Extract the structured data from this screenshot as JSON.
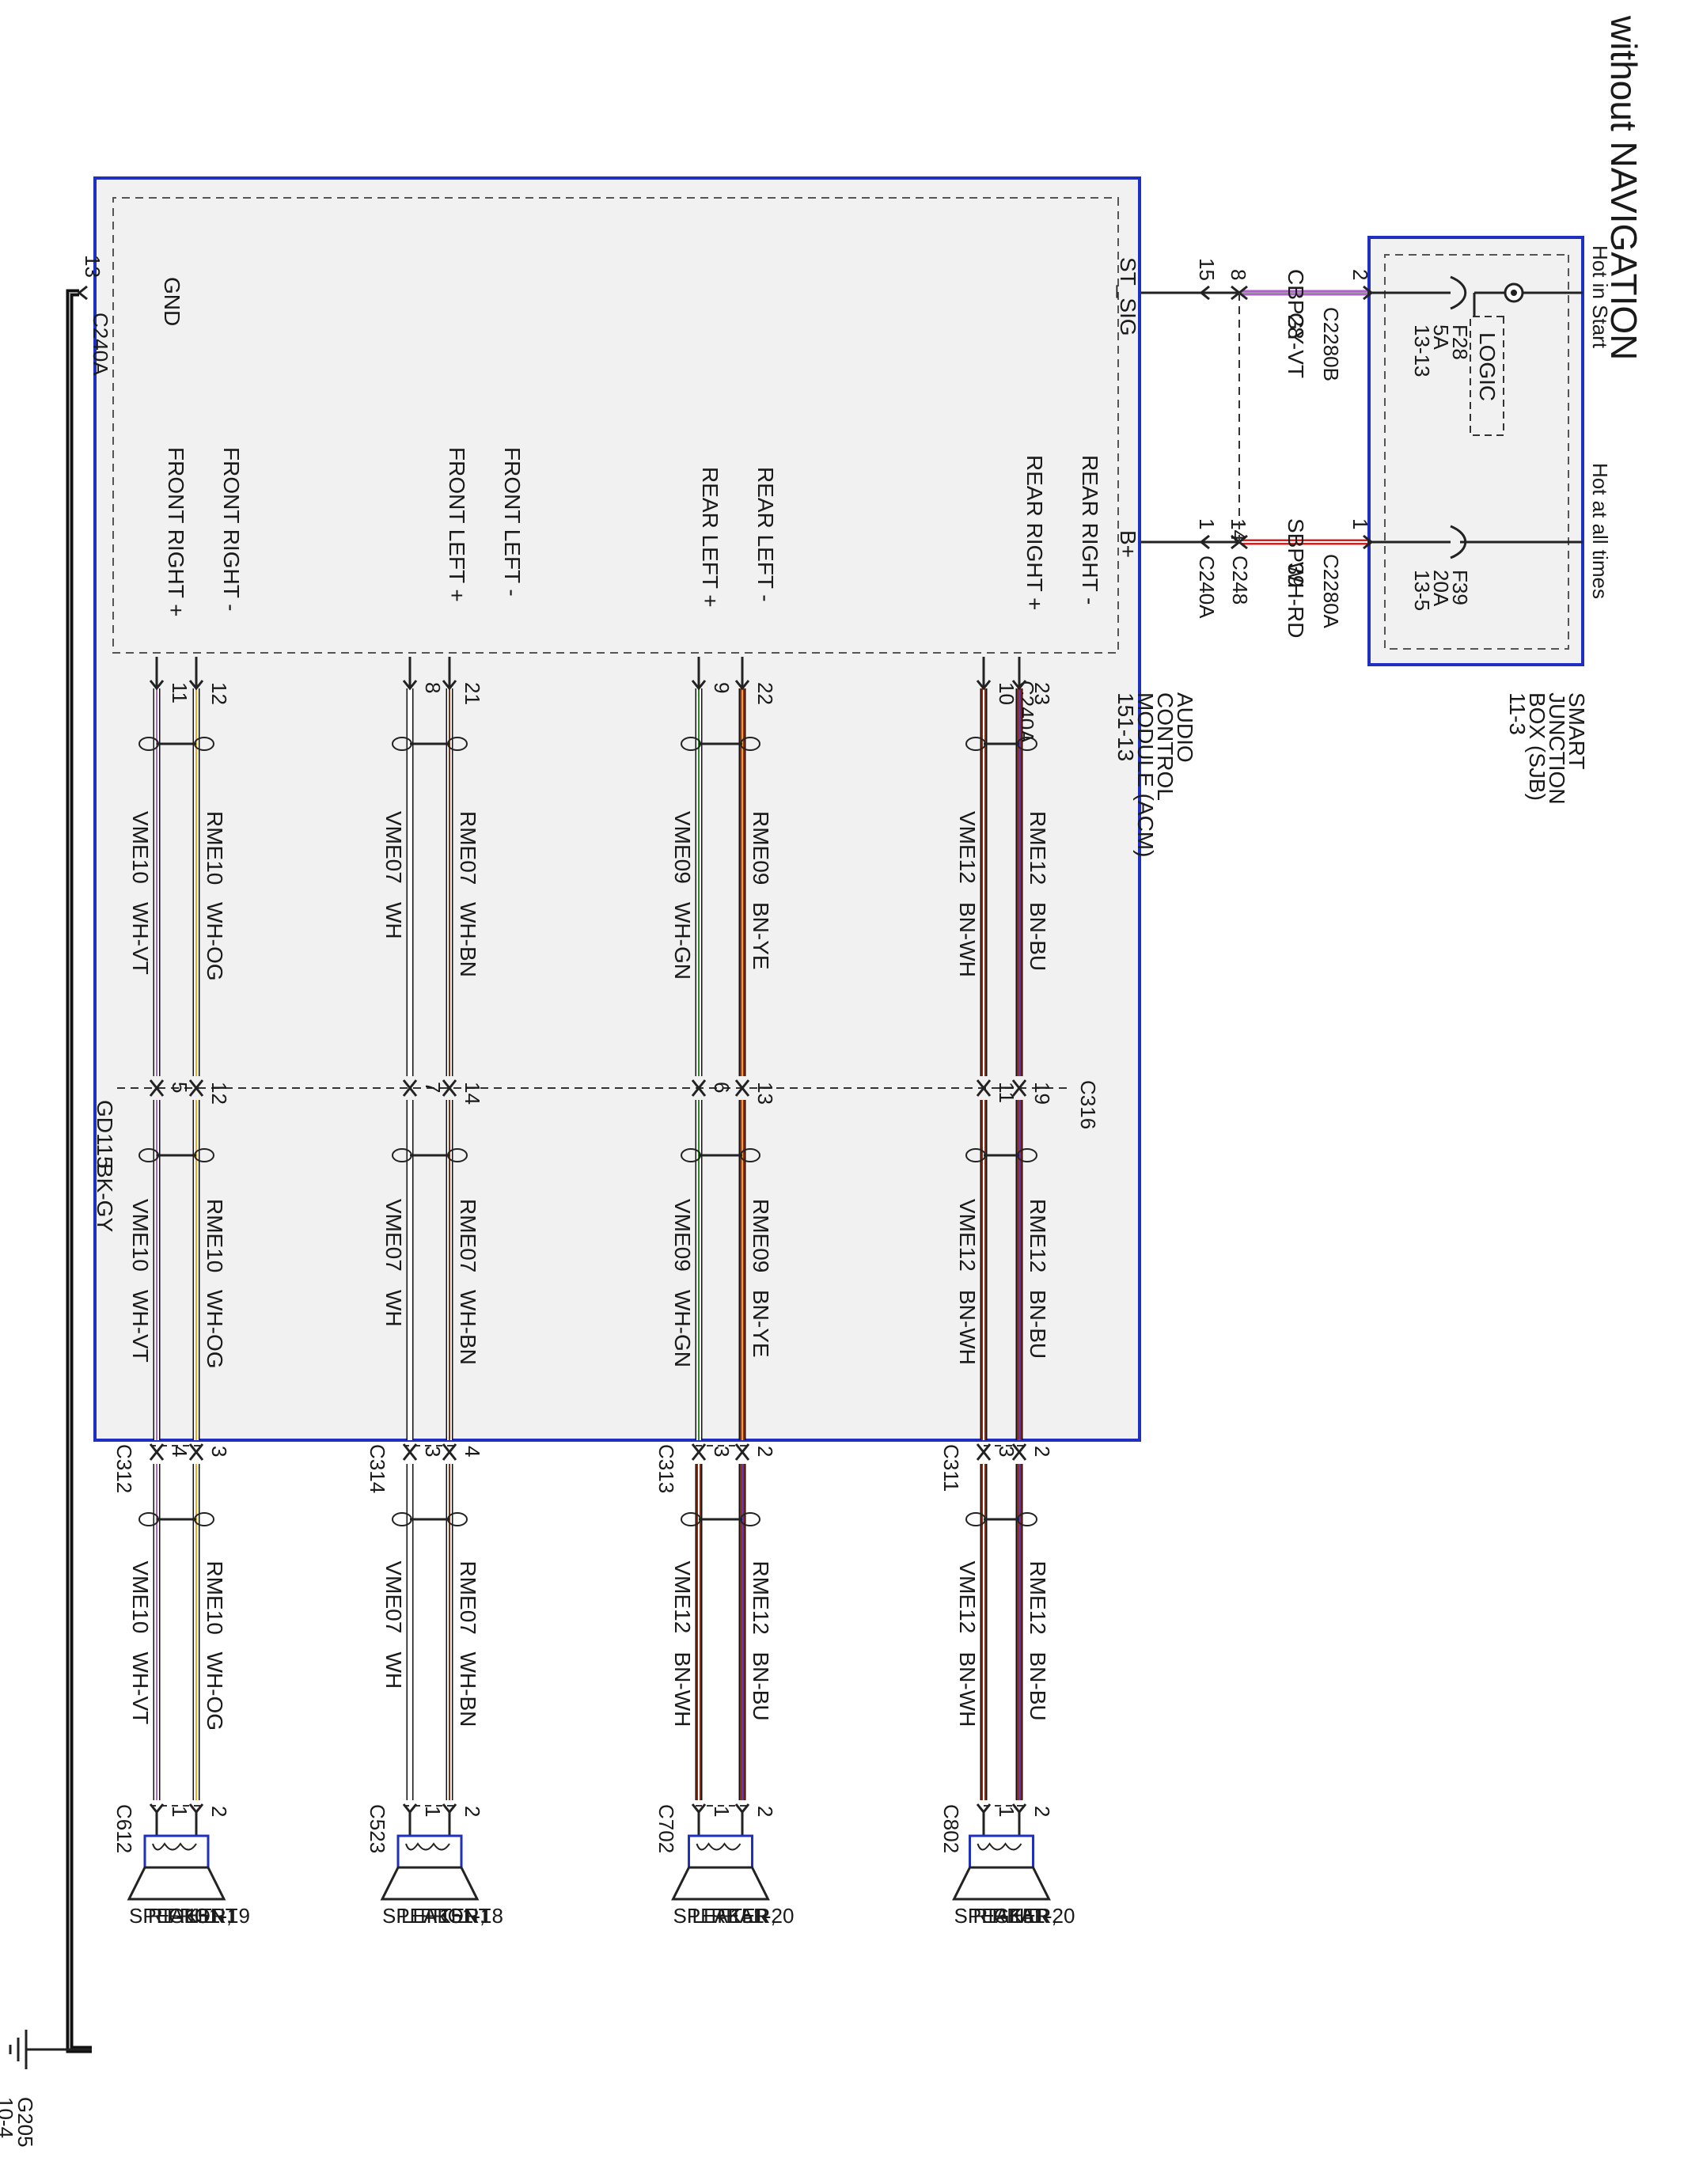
{
  "title": "without NAVIGATION",
  "colors": {
    "box_border": "#1f2fbf",
    "box_fill": "#f1f1f1",
    "BN": "#8b2a0e",
    "BU": "#5a3bc4",
    "YE": "#f0a020",
    "WH": "#ffffff",
    "GN": "#2a8a2a",
    "OG": "#f5a623",
    "VT": "#b25fd0",
    "BK": "#111111",
    "GY": "#9a9a9a",
    "RD": "#cc2222"
  },
  "sjb": {
    "name_lines": [
      "SMART",
      "JUNCTION",
      "BOX (SJB)",
      "11-3"
    ],
    "hot_start": "Hot in Start",
    "hot_always": "Hot at all times",
    "logic": "LOGIC",
    "fuse_f28": [
      "F28",
      "5A",
      "13-13"
    ],
    "fuse_f39": [
      "F39",
      "20A",
      "13-5"
    ]
  },
  "acm": {
    "name_lines": [
      "AUDIO",
      "CONTROL",
      "MODULE (ACM)",
      "151-13"
    ],
    "connector": "C240A",
    "gnd_label": "GND",
    "gnd_pin": "13",
    "gnd_connector": "C240A",
    "st_sig": "ST_SIG",
    "bplus": "B+",
    "pins": [
      "REAR RIGHT -",
      "REAR RIGHT +",
      "REAR LEFT -",
      "REAR LEFT +",
      "FRONT LEFT -",
      "FRONT LEFT +",
      "FRONT RIGHT -",
      "FRONT RIGHT +"
    ]
  },
  "power": {
    "st": {
      "pin_acm": "15",
      "pin_c248": "8",
      "circuit": "CBP28",
      "color": "GY-VT",
      "pin_sjb": "2",
      "connector_sjb": "C2280B"
    },
    "b": {
      "pin_acm": "1",
      "pin_c248": "14",
      "circuit": "SBP39",
      "color": "WH-RD",
      "pin_sjb": "1",
      "connector_sjb": "C2280A",
      "c240a": "C240A",
      "c248": "C248"
    }
  },
  "ground": {
    "circuit": "GD115",
    "color": "BK-GY",
    "point": "G205",
    "page": "10-4"
  },
  "inline_connector": "C316",
  "groups": [
    {
      "speaker": [
        "SPEAKER,",
        "RIGHT",
        "REAR",
        "151-20"
      ],
      "mid_conn": "C311",
      "spk_conn": "C802",
      "wires": [
        {
          "c240a_pin": "23",
          "c316_pin": "19",
          "mid_pin": "2",
          "spk_pin": "2",
          "seg1": [
            "RME12",
            "BN-BU"
          ],
          "seg2": [
            "RME12",
            "BN-BU"
          ],
          "seg3": [
            "RME12",
            "BN-BU"
          ]
        },
        {
          "c240a_pin": "10",
          "c316_pin": "11",
          "mid_pin": "3",
          "spk_pin": "1",
          "seg1": [
            "VME12",
            "BN-WH"
          ],
          "seg2": [
            "VME12",
            "BN-WH"
          ],
          "seg3": [
            "VME12",
            "BN-WH"
          ]
        }
      ]
    },
    {
      "speaker": [
        "SPEAKER,",
        "LEFT",
        "REAR",
        "151-20"
      ],
      "mid_conn": "C313",
      "spk_conn": "C702",
      "wires": [
        {
          "c240a_pin": "22",
          "c316_pin": "13",
          "mid_pin": "2",
          "spk_pin": "2",
          "seg1": [
            "RME09",
            "BN-YE"
          ],
          "seg2": [
            "RME09",
            "BN-YE"
          ],
          "seg3": [
            "RME12",
            "BN-BU"
          ]
        },
        {
          "c240a_pin": "9",
          "c316_pin": "6",
          "mid_pin": "3",
          "spk_pin": "1",
          "seg1": [
            "VME09",
            "WH-GN"
          ],
          "seg2": [
            "VME09",
            "WH-GN"
          ],
          "seg3": [
            "VME12",
            "BN-WH"
          ]
        }
      ]
    },
    {
      "speaker": [
        "SPEAKER,",
        "LEFT",
        "FRONT",
        "151-18"
      ],
      "mid_conn": "C314",
      "spk_conn": "C523",
      "wires": [
        {
          "c240a_pin": "21",
          "c316_pin": "14",
          "mid_pin": "4",
          "spk_pin": "2",
          "seg1": [
            "RME07",
            "WH-BN"
          ],
          "seg2": [
            "RME07",
            "WH-BN"
          ],
          "seg3": [
            "RME07",
            "WH-BN"
          ]
        },
        {
          "c240a_pin": "8",
          "c316_pin": "7",
          "mid_pin": "3",
          "spk_pin": "1",
          "seg1": [
            "VME07",
            "WH"
          ],
          "seg2": [
            "VME07",
            "WH"
          ],
          "seg3": [
            "VME07",
            "WH"
          ]
        }
      ]
    },
    {
      "speaker": [
        "SPEAKER,",
        "RIGHT",
        "FRONT",
        "151-19"
      ],
      "mid_conn": "C312",
      "spk_conn": "C612",
      "wires": [
        {
          "c240a_pin": "12",
          "c316_pin": "12",
          "mid_pin": "3",
          "spk_pin": "2",
          "seg1": [
            "RME10",
            "WH-OG"
          ],
          "seg2": [
            "RME10",
            "WH-OG"
          ],
          "seg3": [
            "RME10",
            "WH-OG"
          ]
        },
        {
          "c240a_pin": "11",
          "c316_pin": "5",
          "mid_pin": "4",
          "spk_pin": "1",
          "seg1": [
            "VME10",
            "WH-VT"
          ],
          "seg2": [
            "VME10",
            "WH-VT"
          ],
          "seg3": [
            "VME10",
            "WH-VT"
          ]
        }
      ]
    }
  ]
}
